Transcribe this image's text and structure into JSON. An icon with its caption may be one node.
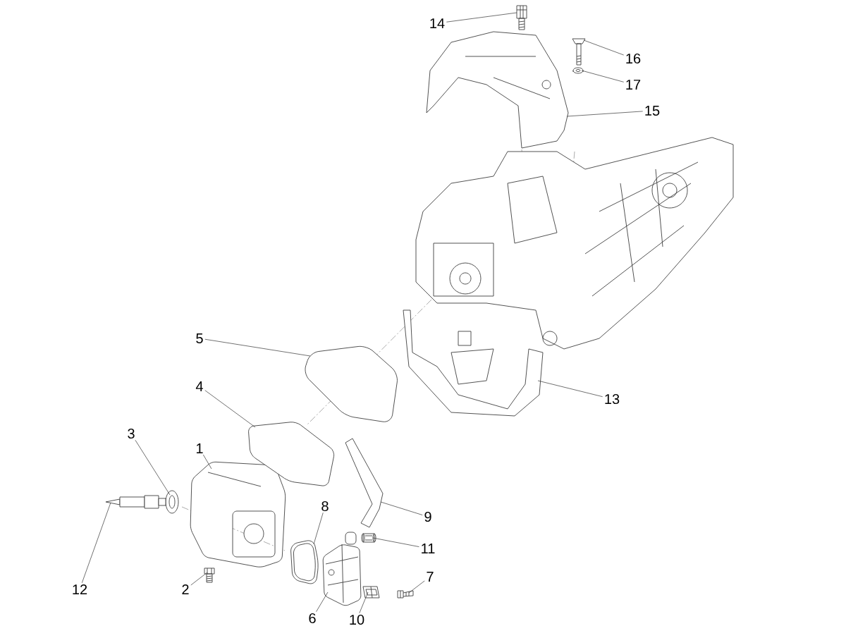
{
  "diagram": {
    "nodes": [
      {
        "text": [
          "1"
        ]
      },
      {
        "text": [
          "2"
        ]
      },
      {
        "text": [
          "3"
        ]
      },
      {
        "text": [
          "4"
        ]
      },
      {
        "text": [
          "5"
        ]
      },
      {
        "text": [
          "6"
        ]
      },
      {
        "text": [
          "7"
        ]
      },
      {
        "text": [
          "8"
        ]
      },
      {
        "text": [
          "9"
        ]
      },
      {
        "text": [
          "10"
        ]
      },
      {
        "text": [
          "11"
        ]
      },
      {
        "text": [
          "12"
        ]
      },
      {
        "text": [
          "13"
        ]
      },
      {
        "text": [
          "14"
        ]
      },
      {
        "text": [
          "15"
        ]
      },
      {
        "text": [
          "16"
        ]
      },
      {
        "text": [
          "17"
        ]
      },
      {
        "text": [],
        "shape": "picture"
      },
      {
        "text": [],
        "shape": "picture"
      },
      {
        "text": [],
        "shape": "picture"
      },
      {
        "text": [],
        "shape": "picture"
      },
      {
        "text": [],
        "shape": "picture"
      },
      {
        "text": [],
        "shape": "picture"
      },
      {
        "text": [],
        "shape": "picture"
      },
      {
        "text": [],
        "shape": "picture"
      },
      {
        "text": [],
        "shape": "picture"
      },
      {
        "text": [],
        "shape": "picture"
      },
      {
        "text": [],
        "shape": "picture"
      },
      {
        "text": [],
        "shape": "picture"
      },
      {
        "text": [],
        "shape": "picture"
      },
      {
        "text": [],
        "shape": "picture"
      },
      {
        "text": [],
        "shape": "picture"
      },
      {
        "text": [],
        "shape": "picture"
      },
      {
        "text": [],
        "shape": "picture"
      }
    ],
    "edges": [
      {
        "from": 0,
        "to": 17,
        "arrow": "none"
      },
      {
        "from": 1,
        "to": 18,
        "arrow": "none"
      },
      {
        "from": 2,
        "to": 19,
        "arrow": "none"
      },
      {
        "from": 3,
        "to": 20,
        "arrow": "none"
      },
      {
        "from": 4,
        "to": 21,
        "arrow": "none"
      },
      {
        "from": 5,
        "to": 22,
        "arrow": "none"
      },
      {
        "from": 6,
        "to": 23,
        "arrow": "none"
      },
      {
        "from": 7,
        "to": 24,
        "arrow": "none"
      },
      {
        "from": 8,
        "to": 25,
        "arrow": "none"
      },
      {
        "from": 9,
        "to": 26,
        "arrow": "none"
      },
      {
        "from": 10,
        "to": 27,
        "arrow": "none"
      },
      {
        "from": 11,
        "to": 28,
        "arrow": "none"
      },
      {
        "from": 12,
        "to": 29,
        "arrow": "none"
      },
      {
        "from": 13,
        "to": 30,
        "arrow": "none"
      },
      {
        "from": 14,
        "to": 31,
        "arrow": "none"
      },
      {
        "from": 15,
        "to": 32,
        "arrow": "none"
      },
      {
        "from": 16,
        "to": 33,
        "arrow": "none"
      }
    ]
  }
}
